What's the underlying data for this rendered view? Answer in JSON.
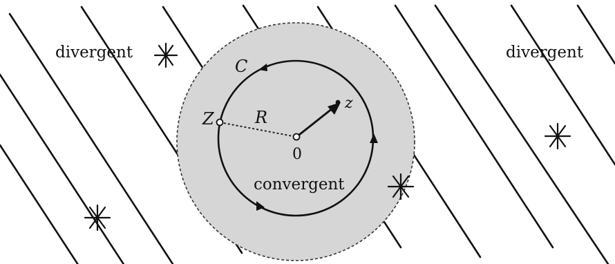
{
  "labels": {
    "divergent_left": "divergent",
    "divergent_right": "divergent",
    "convergent": "convergent",
    "curve": "C",
    "radius": "R",
    "boundary_point": "Z",
    "point": "z",
    "origin": "0"
  },
  "colors": {
    "disk_fill": "#d6d6d6",
    "ink": "#111111",
    "background": "#ffffff"
  },
  "icons": [
    "singularity-star",
    "arrowhead"
  ]
}
